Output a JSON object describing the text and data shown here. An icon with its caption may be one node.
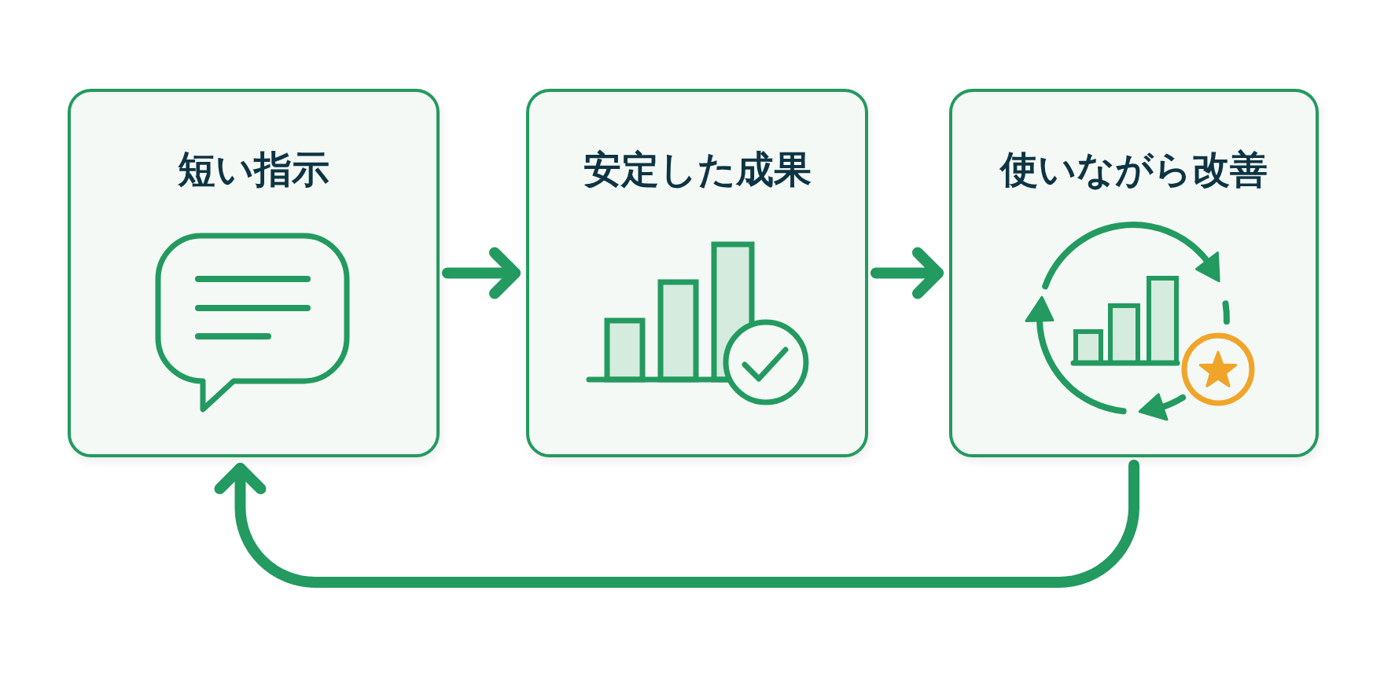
{
  "diagram": {
    "nodes": [
      {
        "text": [
          "短い指示"
        ]
      },
      {
        "text": [
          "安定した成果"
        ]
      },
      {
        "text": [
          "使いながら改善"
        ]
      }
    ],
    "edges": [
      {
        "from": 0,
        "to": 1,
        "arrow": "to"
      },
      {
        "from": 1,
        "to": 2,
        "arrow": "to"
      },
      {
        "from": 2,
        "to": 0,
        "arrow": "to"
      }
    ]
  }
}
